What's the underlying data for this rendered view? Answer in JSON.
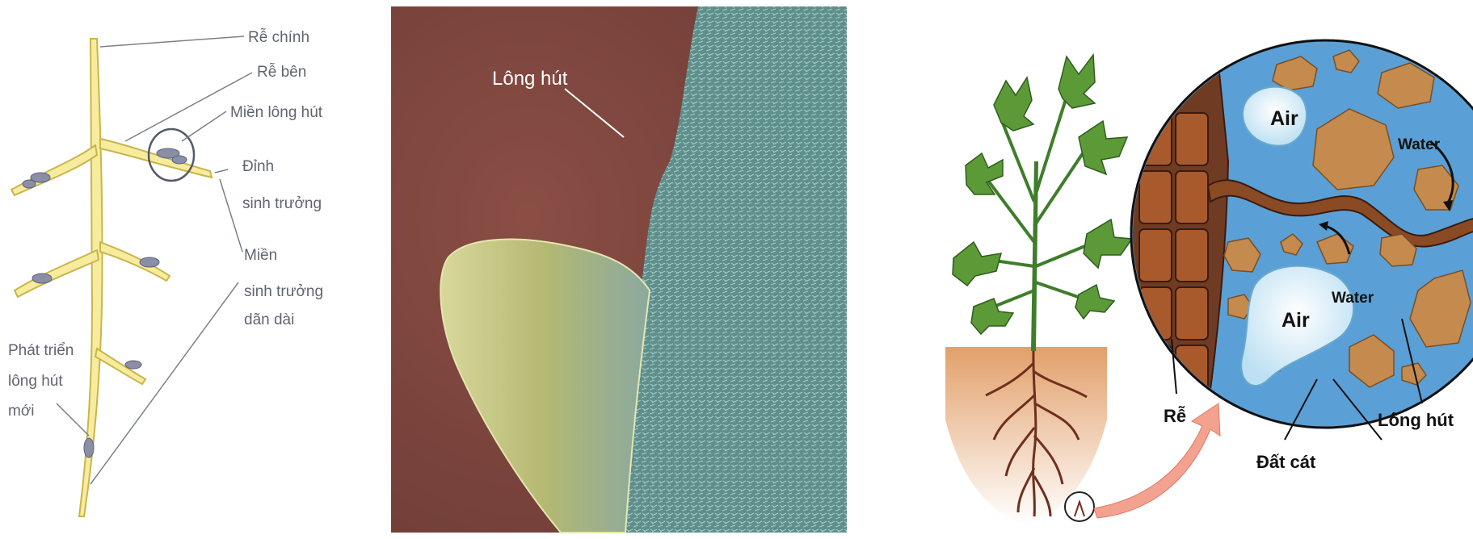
{
  "panel1": {
    "labels": {
      "main_root": "Rễ chính",
      "lateral_root": "Rễ bên",
      "root_hair_zone": "Miền lông hút",
      "apex_line1": "Đỉnh",
      "apex_line2": "sinh trưởng",
      "elong_line1": "Miền",
      "elong_line2": "sinh trưởng",
      "elong_line3": "dãn dài",
      "new_line1": "Phát triển",
      "new_line2": "lông hút",
      "new_line3": "mới"
    }
  },
  "panel2": {
    "labels": {
      "root_hair": "Lông hút"
    }
  },
  "panel3": {
    "labels": {
      "air_top": "Air",
      "air_bottom": "Air",
      "water_top": "Water",
      "water_mid": "Water",
      "root": "Rễ",
      "sand": "Đất cát",
      "root_hair": "Lông hút"
    }
  }
}
